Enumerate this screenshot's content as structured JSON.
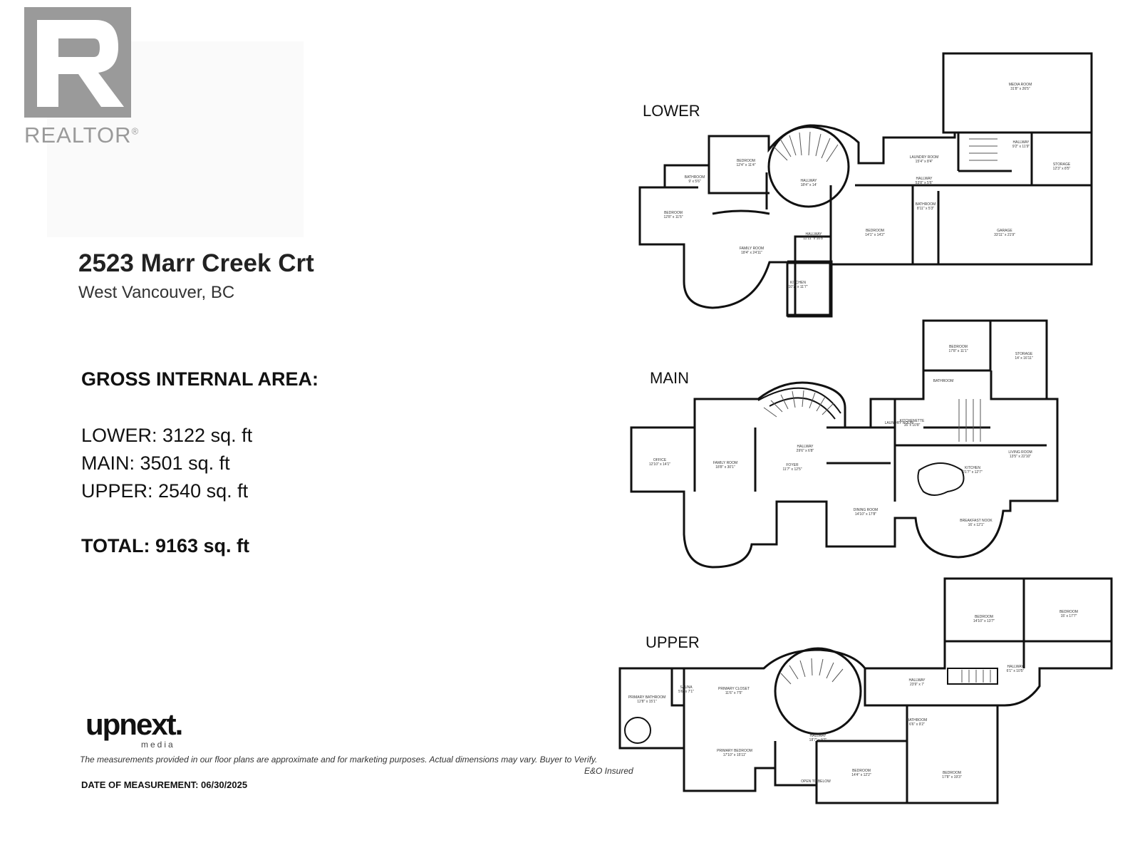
{
  "logo": {
    "text": "REALTOR",
    "reg": "®"
  },
  "address": {
    "street": "2523 Marr Creek Crt",
    "city": "West Vancouver, BC"
  },
  "areas": {
    "heading": "GROSS INTERNAL AREA:",
    "lower": "LOWER: 3122 sq. ft",
    "main": "MAIN: 3501 sq. ft",
    "upper": "UPPER: 2540 sq. ft",
    "total": "TOTAL: 9163 sq. ft"
  },
  "brand": {
    "name": "upnext.",
    "sub": "media"
  },
  "disclaimer": "The measurements provided in our floor plans are approximate and for marketing purposes. Actual dimensions may vary. Buyer to Verify.",
  "eo": "E&O Insured",
  "date_measurement": "DATE OF MEASUREMENT: 06/30/2025",
  "floors": {
    "lower": {
      "label": "LOWER",
      "rooms": [
        {
          "name": "MEDIA ROOM",
          "dims": "31'8\" x 26'5\""
        },
        {
          "name": "BEDROOM",
          "dims": "12'4\" x 11'4\""
        },
        {
          "name": "BATHROOM",
          "dims": "9' x 5'6\""
        },
        {
          "name": "HALLWAY",
          "dims": "18'4\" x 14'"
        },
        {
          "name": "LAUNDRY ROOM",
          "dims": "15'4\" x 8'4\""
        },
        {
          "name": "HALLWAY",
          "dims": "9'2\" x 11'9\""
        },
        {
          "name": "STORAGE",
          "dims": "12'3\" x 8'5\""
        },
        {
          "name": "HALLWAY",
          "dims": "53'8\" x 5'6\""
        },
        {
          "name": "BEDROOM",
          "dims": "12'8\" x 11'5\""
        },
        {
          "name": "HALLWAY",
          "dims": "11'11\" x 10'8\""
        },
        {
          "name": "BEDROOM",
          "dims": "14'1\" x 14'2\""
        },
        {
          "name": "BATHROOM",
          "dims": "8'11\" x 5'3\""
        },
        {
          "name": "GARAGE",
          "dims": "33'11\" x 21'9\""
        },
        {
          "name": "FAMILY ROOM",
          "dims": "18'4\" x 24'11\""
        },
        {
          "name": "KITCHEN",
          "dims": "10'7\" x 11'7\""
        }
      ]
    },
    "main": {
      "label": "MAIN",
      "rooms": [
        {
          "name": "BEDROOM",
          "dims": "17'8\" x 11'1\""
        },
        {
          "name": "STORAGE",
          "dims": "14' x 16'11\""
        },
        {
          "name": "BATHROOM",
          "dims": ""
        },
        {
          "name": "LAUNDRY ROOM",
          "dims": ""
        },
        {
          "name": "KITCHENETTE",
          "dims": "16' x 10'8\""
        },
        {
          "name": "HALLWAY",
          "dims": "29'6\" x 6'8\""
        },
        {
          "name": "OFFICE",
          "dims": "12'10\" x 14'1\""
        },
        {
          "name": "FAMILY ROOM",
          "dims": "18'8\" x 30'1\""
        },
        {
          "name": "FOYER",
          "dims": "11'7\" x 12'5\""
        },
        {
          "name": "KITCHEN",
          "dims": "21'7\" x 12'7\""
        },
        {
          "name": "LIVING ROOM",
          "dims": "13'5\" x 22'10\""
        },
        {
          "name": "DINING ROOM",
          "dims": "14'10\" x 17'8\""
        },
        {
          "name": "BREAKFAST NOOK",
          "dims": "16' x 12'1\""
        }
      ]
    },
    "upper": {
      "label": "UPPER",
      "rooms": [
        {
          "name": "BEDROOM",
          "dims": "14'10\" x 13'7\""
        },
        {
          "name": "BEDROOM",
          "dims": "15' x 17'7\""
        },
        {
          "name": "HALLWAY",
          "dims": "6'1\" x 10'5\""
        },
        {
          "name": "SAUNA",
          "dims": "5'6\" x 7'1\""
        },
        {
          "name": "PRIMARY CLOSET",
          "dims": "11'6\" x 7'5\""
        },
        {
          "name": "HALLWAY",
          "dims": "23'9\" x 7'"
        },
        {
          "name": "PRIMARY BATHROOM",
          "dims": "12'8\" x 15'1\""
        },
        {
          "name": "BATHROOM",
          "dims": "6'6\" x 9'2\""
        },
        {
          "name": "PRIMARY BEDROOM",
          "dims": "17'10\" x 15'11\""
        },
        {
          "name": "HALLWAY",
          "dims": "18'7\" x 9'7\""
        },
        {
          "name": "OPEN TO BELOW",
          "dims": ""
        },
        {
          "name": "BEDROOM",
          "dims": "14'4\" x 12'2\""
        },
        {
          "name": "BEDROOM",
          "dims": "17'8\" x 19'3\""
        }
      ]
    }
  }
}
